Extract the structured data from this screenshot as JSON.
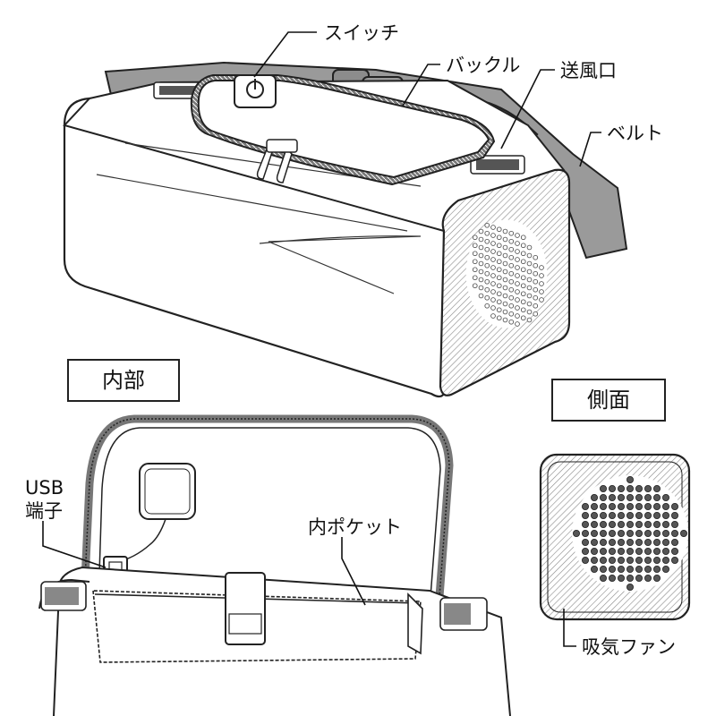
{
  "labels": {
    "switch": "スイッチ",
    "buckle": "バックル",
    "vent": "送風口",
    "belt": "ベルト",
    "usb_line1": "USB",
    "usb_line2": "端子",
    "inner_pocket": "内ポケット",
    "intake_fan": "吸気ファン"
  },
  "sections": {
    "interior": "内部",
    "side": "側面"
  }
}
